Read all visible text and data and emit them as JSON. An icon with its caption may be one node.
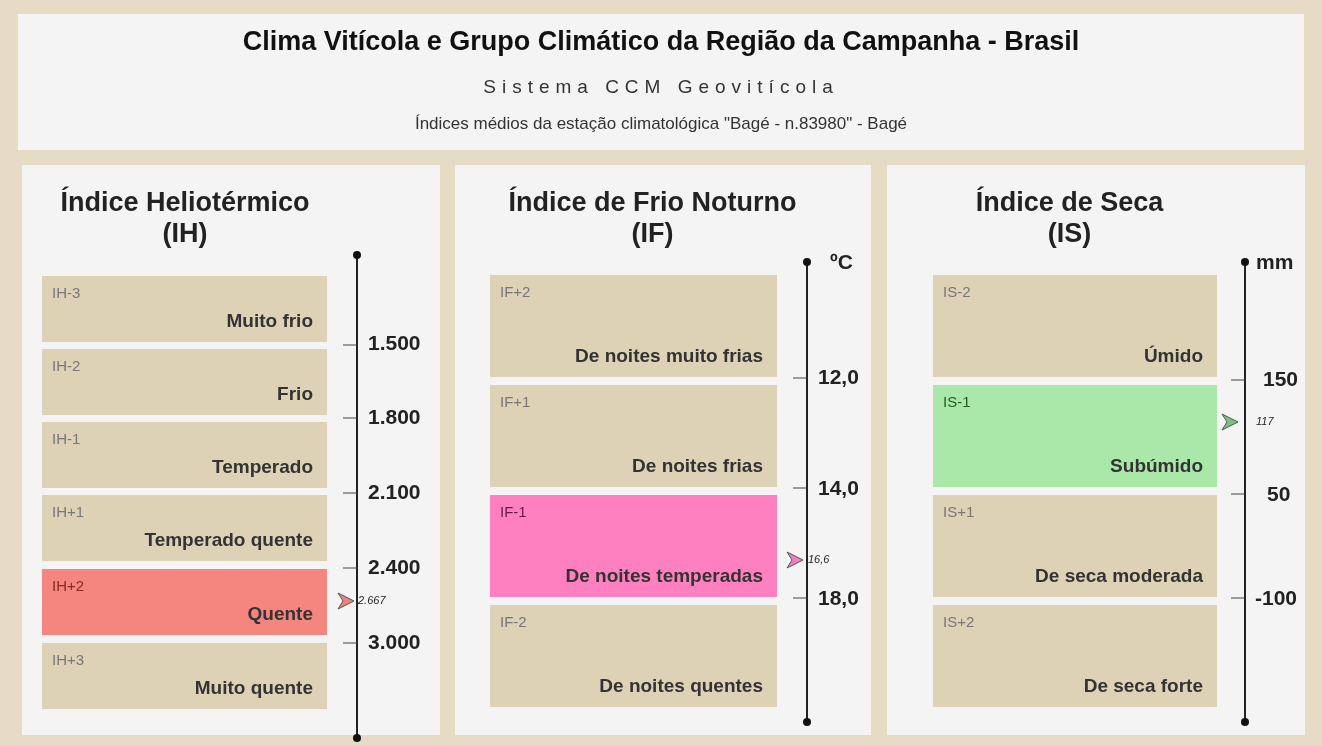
{
  "diagram": {
    "nodes": [
      {
        "text": [
          "Clima Vitícola e Grupo Climático da Região da Campanha - Brasil",
          "Sistema CCM Geovitícola",
          "Índices médios da estação climatológica \"Bagé - n.83980\" - Bagé"
        ]
      },
      {
        "text": [
          "Índice Heliotérmico (IH)"
        ]
      },
      {
        "text": [
          "IH-3",
          "Muito frio"
        ],
        "in": 1
      },
      {
        "text": [
          "IH-2",
          "Frio"
        ],
        "in": 1
      },
      {
        "text": [
          "IH-1",
          "Temperado"
        ],
        "in": 1
      },
      {
        "text": [
          "IH+1",
          "Temperado quente"
        ],
        "in": 1
      },
      {
        "text": [
          "IH+2",
          "Quente"
        ],
        "in": 1
      },
      {
        "text": [
          "IH+3",
          "Muito quente"
        ],
        "in": 1
      },
      {
        "text": [
          "Índice de Frio Noturno (IF)"
        ]
      },
      {
        "text": [
          "IF+2",
          "De noites muito frias"
        ],
        "in": 8
      },
      {
        "text": [
          "IF+1",
          "De noites frias"
        ],
        "in": 8
      },
      {
        "text": [
          "IF-1",
          "De noites temperadas"
        ],
        "in": 8
      },
      {
        "text": [
          "IF-2",
          "De noites quentes"
        ],
        "in": 8
      },
      {
        "text": [
          "Índice de Seca (IS)"
        ]
      },
      {
        "text": [
          "IS-2",
          "Úmido"
        ],
        "in": 13
      },
      {
        "text": [
          "IS-1",
          "Subúmido"
        ],
        "in": 13
      },
      {
        "text": [
          "IS+1",
          "De seca moderada"
        ],
        "in": 13
      },
      {
        "text": [
          "IS+2",
          "De seca forte"
        ],
        "in": 13
      }
    ],
    "labels": [
      "1.500",
      "1.800",
      "2.100",
      "2.400",
      "2.667",
      "3.000",
      "ºC",
      "12,0",
      "14,0",
      "16,6",
      "18,0",
      "mm",
      "150",
      "117",
      "50",
      "-100"
    ]
  }
}
